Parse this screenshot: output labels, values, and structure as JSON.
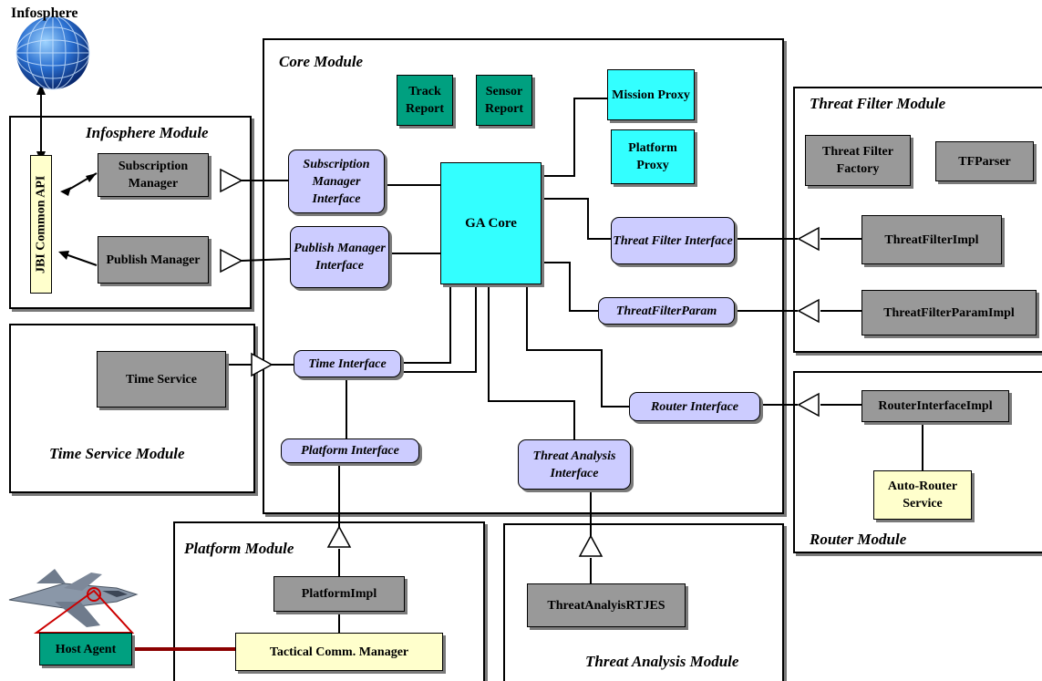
{
  "infosphere_label": "Infosphere",
  "modules": {
    "core": "Core Module",
    "infosphere": "Infosphere Module",
    "time_service": "Time Service Module",
    "threat_filter": "Threat Filter Module",
    "router": "Router Module",
    "platform": "Platform Module",
    "threat_analysis": "Threat Analysis Module"
  },
  "core": {
    "track_report": "Track Report",
    "sensor_report": "Sensor Report",
    "mission_proxy": "Mission Proxy",
    "platform_proxy": "Platform Proxy",
    "ga_core": "GA Core",
    "subscription_manager_interface": "Subscription Manager Interface",
    "publish_manager_interface": "Publish Manager Interface",
    "threat_filter_interface": "Threat Filter Interface",
    "threat_filter_param": "ThreatFilterParam",
    "time_interface": "Time Interface",
    "router_interface": "Router Interface",
    "platform_interface": "Platform Interface",
    "threat_analysis_interface": "Threat Analysis Interface"
  },
  "infosphere_module": {
    "jbi_api": "JBI Common API",
    "subscription_manager": "Subscription Manager",
    "publish_manager": "Publish Manager"
  },
  "time_module": {
    "time_service": "Time Service"
  },
  "threat_filter_module": {
    "factory": "Threat Filter Factory",
    "tfparser": "TFParser",
    "impl": "ThreatFilterImpl",
    "param_impl": "ThreatFilterParamImpl"
  },
  "router_module": {
    "impl": "RouterInterfaceImpl",
    "auto_router": "Auto-Router Service"
  },
  "platform_module": {
    "impl": "PlatformImpl",
    "tactical": "Tactical Comm. Manager",
    "host_agent": "Host Agent"
  },
  "threat_analysis_module": {
    "impl": "ThreatAnalyisRTJES"
  },
  "colors": {
    "component_gray": "#999999",
    "report_teal": "#00a080",
    "proxy_cyan": "#33ffff",
    "service_yellow": "#ffffcc",
    "interface_lavender": "#ccccff",
    "host_link_red": "#8b0000",
    "globe_blue": "#2a6fd0"
  }
}
